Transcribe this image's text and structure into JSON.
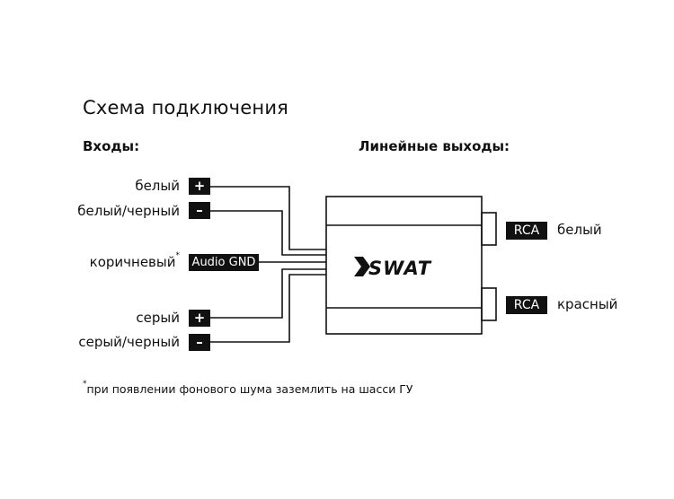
{
  "title": "Схема подключения",
  "inputs_heading": "Входы:",
  "outputs_heading": "Линейные выходы:",
  "inputs": [
    {
      "label": "белый",
      "terminal": "+"
    },
    {
      "label": "белый/черный",
      "terminal": "–"
    },
    {
      "label": "коричневый",
      "marker": "*",
      "terminal": "Audio GND"
    },
    {
      "label": "серый",
      "terminal": "+"
    },
    {
      "label": "серый/черный",
      "terminal": "–"
    }
  ],
  "outputs": [
    {
      "connector": "RCA",
      "label": "белый"
    },
    {
      "connector": "RCA",
      "label": "красный"
    }
  ],
  "device_logo": "SWAT",
  "footnote": {
    "marker": "*",
    "text": "при появлении фонового шума заземлить на шасси ГУ"
  }
}
